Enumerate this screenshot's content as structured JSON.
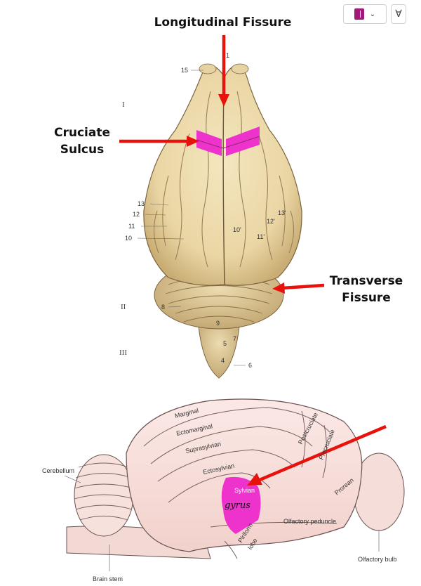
{
  "toolbar": {
    "notebook_icon": "notebook-icon",
    "dropdown_icon": "chevron-down-icon",
    "pen_icon": "pen-icon",
    "chevron": "⌄",
    "pen": "∀"
  },
  "top_diagram": {
    "callouts": {
      "longitudinal": "Longitudinal Fissure",
      "cruciate_1": "Cruciate",
      "cruciate_2": "Sulcus",
      "transverse_1": "Transverse",
      "transverse_2": "Fissure"
    },
    "numbers": {
      "n15": "15",
      "n1": "1",
      "n13": "13",
      "n12": "12",
      "n11": "11",
      "n10": "10",
      "n10p": "10'",
      "n11p": "11'",
      "n12p": "12'",
      "n13p": "13'",
      "n8": "8",
      "n9": "9",
      "n5": "5",
      "n7": "7",
      "n4": "4",
      "n6": "6"
    },
    "roman": {
      "r1": "I",
      "r2": "II",
      "r3": "III"
    },
    "highlight_color": "#ee33cc",
    "arrow_color": "#e8120c"
  },
  "bottom_diagram": {
    "gyri": {
      "marginal": "Marginal",
      "ectomarginal": "Ectomarginal",
      "suprasylvian": "Suprasylvian",
      "ectosylvian": "Ectosylvian",
      "postcruciate": "Postcruciate",
      "precruciate": "Precruciate",
      "prorean": "Prorean",
      "sylvian": "Sylvian",
      "olfactory_peduncle": "Olfactory peduncle",
      "piriform_1": "Piriform",
      "piriform_2": "lobe"
    },
    "labels": {
      "cerebellum": "Cerebellum",
      "brain_stem": "Brain stem",
      "olfactory_bulb": "Olfactory bulb"
    },
    "handwriting": "gyrus",
    "highlight_color": "#ee33cc",
    "arrow_color": "#e8120c"
  }
}
